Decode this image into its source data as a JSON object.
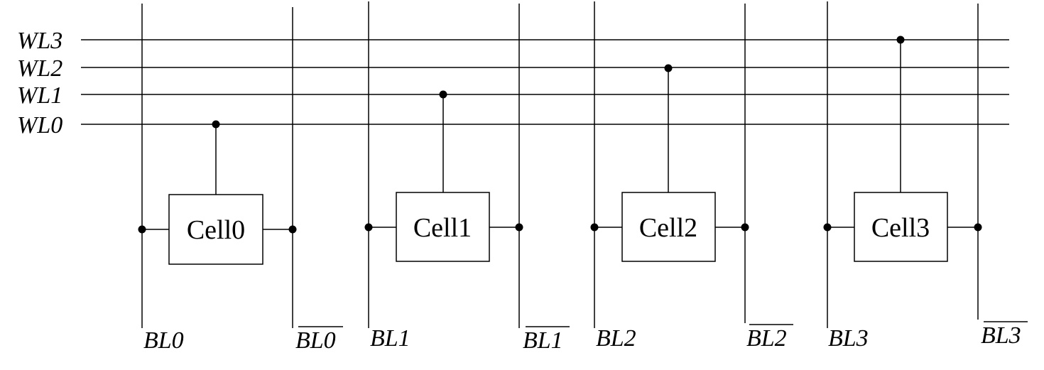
{
  "word_lines": [
    {
      "label": "WL3"
    },
    {
      "label": "WL2"
    },
    {
      "label": "WL1"
    },
    {
      "label": "WL0"
    }
  ],
  "cells": [
    {
      "label": "Cell0",
      "word_line": "WL0",
      "bit_line": "BL0",
      "bit_line_bar": "BL0"
    },
    {
      "label": "Cell1",
      "word_line": "WL1",
      "bit_line": "BL1",
      "bit_line_bar": "BL1"
    },
    {
      "label": "Cell2",
      "word_line": "WL2",
      "bit_line": "BL2",
      "bit_line_bar": "BL2"
    },
    {
      "label": "Cell3",
      "word_line": "WL3",
      "bit_line": "BL3",
      "bit_line_bar": "BL3"
    }
  ],
  "colors": {
    "line": "#000000",
    "background": "#ffffff"
  }
}
